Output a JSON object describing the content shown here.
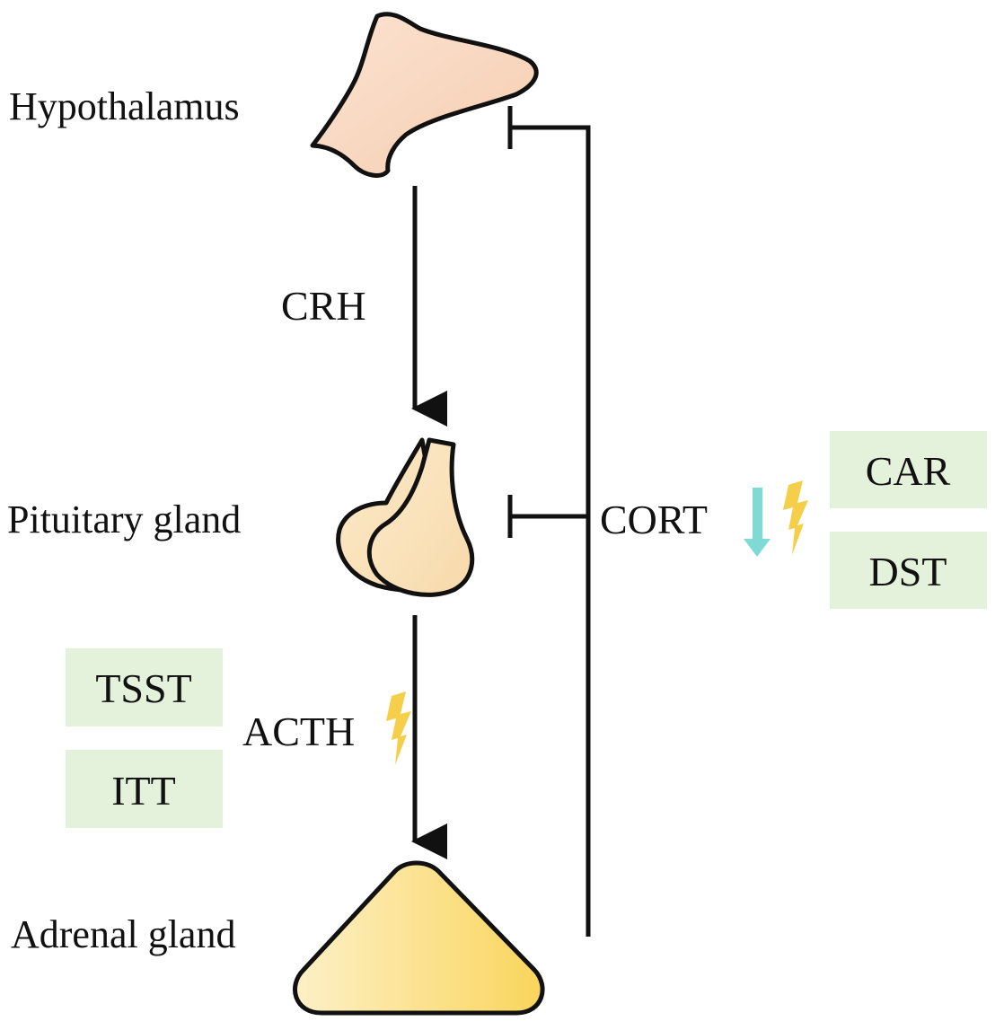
{
  "organs": {
    "hypothalamus": "Hypothalamus",
    "pituitary": "Pituitary gland",
    "adrenal": "Adrenal gland"
  },
  "hormones": {
    "crh": "CRH",
    "acth": "ACTH",
    "cort": "CORT"
  },
  "tests_right": [
    "CAR",
    "DST"
  ],
  "tests_left": [
    "TSST",
    "ITT"
  ],
  "colors": {
    "box_fill": "#e4f2dc",
    "hypothalamus_fill": "#f8d6bd",
    "pituitary_fill": "#f9e0b7",
    "adrenal_fill": "#fbd870",
    "decrease_arrow": "#7fdad6",
    "lightning": "#f6cf4a",
    "line": "#111111"
  },
  "icons": {
    "decrease": "down-arrow-icon",
    "stimulus": "lightning-bolt-icon",
    "inhibition": "inhibition-bar-icon"
  }
}
